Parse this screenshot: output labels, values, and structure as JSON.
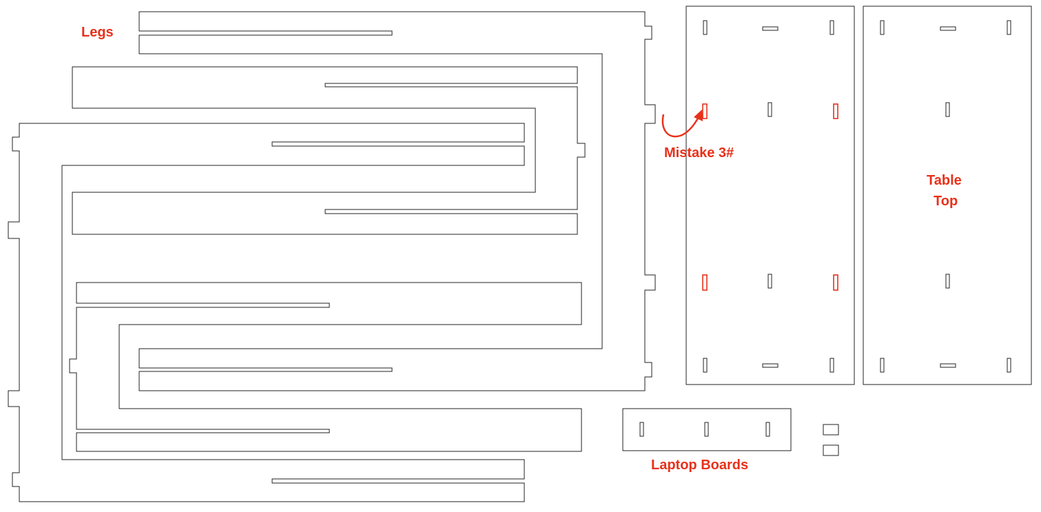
{
  "labels": {
    "legs": "Legs",
    "mistake": "Mistake 3#",
    "table_top_line1": "Table",
    "table_top_line2": "Top",
    "laptop_boards": "Laptop Boards"
  },
  "colors": {
    "annotation": "#e8311a",
    "outline": "#222222",
    "background": "#ffffff"
  }
}
